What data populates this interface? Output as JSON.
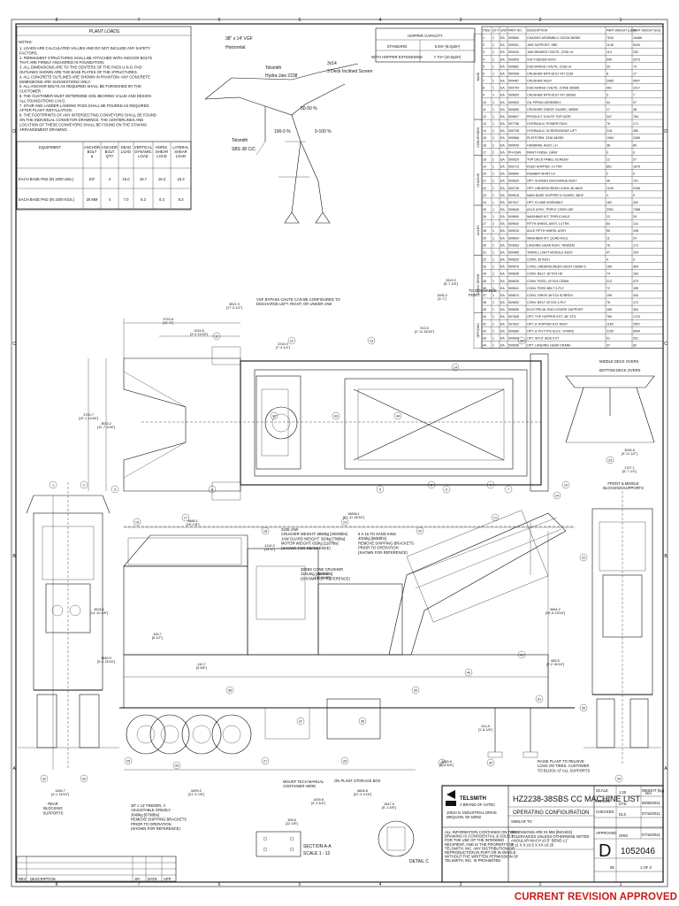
{
  "zone_columns": [
    "8",
    "7",
    "6",
    "5",
    "4",
    "3",
    "2",
    "1"
  ],
  "zone_rows": [
    "D",
    "C",
    "B",
    "A"
  ],
  "plant_loads": {
    "title": "PLANT LOADS",
    "notes_header": "NOTES:",
    "notes": [
      "1. LOADS ARE CALCULATED VALUES AND DO NOT INCLUDE ANY SAFETY FACTORS.",
      "2. PERMANENT STRUCTURES SHALL BE ATTACHED WITH ANCHOR BOLTS THAT ARE FIRMLY ANCHORED IN FOUNDATION.",
      "3. ALL DIMENSIONS ARE TO THE CENTERS OF THE PADS U.N.O. PAD OUTLINES SHOWN ARE THE BASE PLATES OF THE STRUCTURES.",
      "4. ALL CONCRETE OUTLINES ARE SHOWN IN PHANTOM. ANY CONCRETE DIMENSIONS ARE SUGGESTIONS ONLY.",
      "5. ALL ANCHOR BOLTS AS REQUIRED SHALL BE FURNISHED BY THE CUSTOMER.",
      "6. THE CUSTOMER MUST DETERMINE SOIL BEARING VALUE AND DESIGN ALL FOUNDATIONS U.N.O.",
      "7. STAIR AND LADDER LANDING PADS SHALL BE POURED AS REQUIRED AFTER PLANT INSTALLATION.",
      "8. THE FOOTPRINTS OF ANY INTERSECTING CONVEYORS SHALL BE FOUND ON THE INDIVIDUAL CONVEYOR DRAWINGS. THE CENTERLINES AND LOCATION OF THESE CONVEYORS SHALL BE FOUND ON THE STAKING ARRANGEMENT DRAWING."
    ],
    "headers": [
      "EQUIPMENT",
      "ANCHOR BOLT ø",
      "ANCHOR BOLT QTY",
      "DEAD LOAD",
      "VERTICAL DYNAMIC LOAD",
      "HORIZ. SHEAR LOAD",
      "LATERAL SHEAR LOAD"
    ],
    "rows": [
      [
        "EACH BASE PAD (IN 1000 LBS.)",
        "3/4\"",
        "4",
        "15.0",
        "16.7",
        "18.3",
        "18.3"
      ],
      [
        "EACH BASE PAD (IN 1000 KGS.)",
        "20 MM",
        "4",
        "7.0",
        "8.3",
        "8.3",
        "8.3"
      ]
    ]
  },
  "hopper_capacity": {
    "title": "HOPPER CAPACITY",
    "rows": [
      [
        "STANDARD",
        "5.9m³ (6.0yds³)"
      ],
      [
        "WITH HOPPER EXTENSIONS",
        "7.7m³ (10.0yds³)"
      ]
    ]
  },
  "flow_labels": [
    "38\" x 14' VGF",
    "Horizontal",
    "Telsmith",
    "Hydra-Jaw 2238",
    "3x14",
    "3 Deck Inclined Screen",
    "Telsmith",
    "SBS 38 C/C",
    "50-50 %",
    "100-0 %",
    "0-100 %"
  ],
  "parts_list": {
    "headers": [
      "ITEM",
      "QTY",
      "UNIT",
      "PART NO.",
      "DESCRIPTION",
      "PART WEIGHT (LBS)",
      "PART WEIGHT (KG)"
    ],
    "rows": [
      [
        "1",
        "1",
        "EA",
        "509680",
        "CHASSIS ASSEMBLY, HZ228-38SBS",
        "7630",
        "16488"
      ],
      [
        "2",
        "1",
        "EA",
        "535051",
        "JAW SUPPORT, SBS",
        "1145",
        "5040"
      ],
      [
        "3",
        "1",
        "EA",
        "509443",
        "JAW BRAKED CHUTE, 2238 LH",
        "114",
        "252"
      ],
      [
        "4",
        "1",
        "EA",
        "509505",
        "VGF FEEDER ASSY",
        "940",
        "2073"
      ],
      [
        "5",
        "1",
        "EA",
        "500862",
        "DISCHARGE CHUTE, 2238 LH",
        "33",
        "73"
      ],
      [
        "6",
        "1",
        "EA",
        "500958",
        "CRUSHER MTR BOLT KIT 2238",
        "8",
        "17"
      ],
      [
        "7",
        "1",
        "EA",
        "509487",
        "CRUSHER ASSY",
        "2085",
        "4597"
      ],
      [
        "8",
        "1",
        "EA",
        "500794",
        "DISCHARGE CHUTE, CONE 38SBS",
        "461",
        "1017"
      ],
      [
        "9",
        "1",
        "EA",
        "509605",
        "CRUSHER MTR BOLT KIT 38SBS",
        "3",
        "7"
      ],
      [
        "10",
        "1",
        "EA",
        "509553",
        "OIL PIPING ASSEMBLY",
        "44",
        "97"
      ],
      [
        "11",
        "1",
        "EA",
        "500859",
        "CRUSHER GRATE GUARD, 38SBS",
        "17",
        "38"
      ],
      [
        "12",
        "1",
        "EA",
        "509607",
        "PRODUCT CHUTE TOP GATE",
        "347",
        "764"
      ],
      [
        "13",
        "1",
        "EA",
        "507756",
        "HYDRAULIC POWER PACK",
        "78",
        "171"
      ],
      [
        "14",
        "1",
        "EA",
        "500708",
        "HYDRAULIC SCREEN/GEAR LIFT",
        "218",
        "480"
      ],
      [
        "15",
        "1",
        "EA",
        "509568",
        "PLATFORM, 2238 38SBS",
        "1084",
        "2389"
      ],
      [
        "16",
        "1",
        "EA",
        "509549",
        "HANDRAIL ASSY, LH",
        "38",
        "84"
      ],
      [
        "17",
        "2",
        "EA",
        "PH-0349",
        "PAINT FINISH, GRAY",
        "0",
        "0"
      ],
      [
        "18",
        "1",
        "EA",
        "509529",
        "TOP DECK PANEL SCREEN",
        "12",
        "27"
      ],
      [
        "19",
        "1",
        "EA",
        "509713",
        "FEED HOPPER, 14 TRK",
        "851",
        "1876"
      ],
      [
        "20",
        "1",
        "EA",
        "509660",
        "RUBBER SKIRT LH",
        "2",
        "5"
      ],
      [
        "21",
        "1",
        "EA",
        "509629",
        "OPT. SCREEN DISCHARGE ASSY",
        "46",
        "101"
      ],
      [
        "22",
        "1",
        "EA",
        "500735",
        "OPT. UNDERSCREEN CONV 36 38HZ",
        "1105",
        "2436"
      ],
      [
        "23",
        "1",
        "EA",
        "509618",
        "MAIN BASE HOPPER & GUARD, 38HZ",
        "4",
        "9"
      ],
      [
        "24",
        "1",
        "EA",
        "507617",
        "OPT. FLUME ASSEMBLY",
        "182",
        "402"
      ],
      [
        "25",
        "1",
        "EA",
        "509646",
        "AXLE ASSY, TRIPLE 13000 LBS",
        "3351",
        "7388"
      ],
      [
        "26",
        "1",
        "EA",
        "509690",
        "WASHBAR KIT, TRIPLE AXLE",
        "12",
        "26"
      ],
      [
        "27",
        "1",
        "EA",
        "509542",
        "FIFTH WHEEL ASSY, 14 TRK",
        "64",
        "141"
      ],
      [
        "28",
        "1",
        "EA",
        "509515",
        "AXLE FIFTH WHEEL ASSY",
        "90",
        "198"
      ],
      [
        "29",
        "1",
        "EA",
        "509694",
        "WASHBAR KIT, QUAD AXLE",
        "11",
        "24"
      ],
      [
        "30",
        "1",
        "EA",
        "509663",
        "LANDING GEAR ASSY, TANDEM",
        "78",
        "172"
      ],
      [
        "31",
        "1",
        "EA",
        "509465",
        "TRAVEL LIGHT MODULE ASSY",
        "47",
        "104"
      ],
      [
        "32",
        "1",
        "EA",
        "509620",
        "CONV, 36 INCH",
        "4",
        "9"
      ],
      [
        "33",
        "1",
        "EA",
        "509576",
        "CONV, UNDERSCREEN 36X24 CEMM G",
        "165",
        "364"
      ],
      [
        "34",
        "1",
        "EA",
        "509636",
        "CONV. BELT, 36\"X24 HD",
        "74",
        "163"
      ],
      [
        "35",
        "1",
        "EA",
        "509639",
        "CONV. FEED, 42\"X24 CEMM",
        "213",
        "470"
      ],
      [
        "36",
        "1",
        "EA",
        "509641",
        "CONV. FEED BELT 3-PLY",
        "72",
        "159"
      ],
      [
        "37",
        "1",
        "EA",
        "509674",
        "CONV. DRIVE 36\"X24 SCREEN",
        "195",
        "430"
      ],
      [
        "38",
        "1",
        "EA",
        "509652",
        "CONV. BELT 30\"X24 3-PLY",
        "78",
        "172"
      ],
      [
        "39",
        "1",
        "EA",
        "509656",
        "ELECTRICAL ENCLOSURE SUPPORT",
        "165",
        "364"
      ],
      [
        "40",
        "1",
        "EA",
        "507608",
        "OPT. TOP HOPPER EXT, 36\" STD",
        "780",
        "1720"
      ],
      [
        "41",
        "1",
        "EA",
        "507622",
        "OPT. 8' HOPPER EXT ASSY",
        "1160",
        "2557"
      ],
      [
        "42",
        "1",
        "EA",
        "509680",
        "OPT. 8' PH TYPE ELEC. STAIRS",
        "3150",
        "6944"
      ],
      [
        "43",
        "1",
        "EA",
        "509690",
        "OPT. SPLIT SIDE EXT",
        "91",
        "201"
      ],
      [
        "44",
        "1",
        "EA",
        "509696",
        "OPT. LANDING GEAR CRANK",
        "37",
        "82"
      ]
    ],
    "section_labels": [
      "BASE",
      "CONVEYORS",
      "CHASSIS",
      "AXLES",
      "CONV. DRIVE",
      "OPTIONS"
    ]
  },
  "callouts": {
    "vgf_chute": "VGF BYPASS CHUTE CAN BE CONFIGURED TO DISCHARGE LEFT, RIGHT, OR UNDER JAW",
    "to_discharge": "TO DISCHARGE POINT",
    "jaw": "2238 JAW\nCRUSHER WEIGHT: 9858kg [20000lbs]\nJAW GUARD WEIGHT: 320kg [706lbs]\nMOTOR WEIGHT: 653kg [1187lbs]\n(SHOWN FOR REFERENCE)",
    "screen": "6 X 16 TO SAND KING\n4016kg [8853lbs]\nREMOVE SHIPPING BRACKETS\nPRIOR TO OPERATION\n(SHOWN FOR REFERENCE)",
    "cone": "38SBS CONE CRUSHER\n11412kg [25158lbs]\n(SHOWN FOR REFERENCE)",
    "vgf": "38\" x 14' FEEDER, 4\nADJUSTABLE GRIZZLY\n3049kg [6700lbs]\nREMOVE SHIPPING BRACKETS\nPRIOR TO OPERATION\n(SHOWN FOR REFERENCE)",
    "mount_tech": "MOUNT TECH MANUAL\nCONTAINER HERE",
    "plant_storage": "ON PLANT STORAGE BOX",
    "raise_plant": "RAISE PLANT TO RELIEVE\nLOAD ON TIRES. CUSTOMER\nTO BLOCK AT ALL SUPPORTS",
    "rear_blocking": "REAR\nBLOCKING\nSUPPORTS",
    "front_blocking": "FRONT & MIDDLE\nBLOCKING SUPPORTS",
    "middle_deck": "MIDDLE DECK OVERS",
    "bottom_deck": "BOTTOM DECK OVERS",
    "section_aa": "SECTION A-A",
    "scale": "SCALE 1 : 12",
    "detail_c": "DETAIL C"
  },
  "dimensions": [
    "5521.9\n[17'-5 1/2\"]",
    "3733.8\n[12'-3\"]",
    "1033.6\n[3'-4 11/16\"]",
    "2216.0\n[7'-3 1/4\"]",
    "3700.7\n[12'-1 11/16\"]",
    "3533.2\n[11'-7 1/16\"]",
    "1095.2\n[3'-7\"]",
    "2619.2\n[8'-7 1/8\"]",
    "913.5\n[2'-11 15/16\"]",
    "3035.8\n[9'-11 1/2\"]",
    "1707.1\n[5'-7 1/4\"]",
    "4888.1\n[16'-1/8\"]",
    "18896.1\n[61'-11 15/16\"]",
    "4114.3\n[13'-6\"]",
    "3870.1\n[12'-8 3/8\"]",
    "4525.1\n[14'-10 1/8\"]",
    "1646.0\n[5'-4 13/16\"]",
    "164.7\n[6 1/2\"]",
    "142.7\n[5 5/8\"]",
    "5964.2\n[19'-6 13/16\"]",
    "685.5\n[2'-2 15/16\"]",
    "1265.7\n[4'-1 13/16\"]",
    "306.6\n[12 1/8\"]",
    "1009.8\n[3'-3 3/4\"]",
    "1565.6\n[5'-1 5/8\"]",
    "6499.2\n[21'-3 7/8\"]",
    "6808.8\n[22'-4 1/16\"]",
    "1547.6\n[5'-1 3/8\"]",
    "511.8\n[1'-8 1/8\"]"
  ],
  "title_block": {
    "company": "TELSMITH",
    "company_sub": "A BRAND OF ASTEC",
    "address": "10910 N. INDUSTRIAL DRIVE\nMEQUON, WI 53092",
    "title": "HZ2238-38SBS CC MACHINE LIST",
    "subtitle": "OPERATING CONFIGURATION",
    "drawing_no": "1052046",
    "size": "D",
    "rev": "05",
    "sheet": "1 OF 3",
    "scale_label": "SCALE",
    "scale_val": "1:20",
    "weight_label": "WEIGHT (kg)",
    "weight_val": "N/A",
    "drawn_label": "DRAWN",
    "drawn_by": "DTD",
    "drawn_date": "08/08/2011",
    "checked_label": "CHECKED",
    "checked_by": "DLS",
    "checked_date": "07/15/2011",
    "approved_label": "APPROVED",
    "approved_by": "GRM",
    "approved_date": "07/15/2011",
    "confidential": "ALL INFORMATION CONTAINED ON THIS DRAWING IS CONFIDENTIAL & SOLELY FOR THE USE OF THE INTENDED RECIPIENT, AND IS THE PROPERTY OF TELSMITH, INC. ANY DISTRIBUTION OR REPRODUCTION IN PART OR IN WHOLE WITHOUT THE WRITTEN PERMISSION OF TELSMITH, INC. IS PROHIBITED.",
    "tolerance": "DIMENSIONS ARE IN MM [INCHES]\nTOLERANCES UNLESS OTHERWISE NOTED\nANGULAR  MACH ±0.5°  BEND ±1°\nX ±1   X.X ±0.5   X.XX ±0.25",
    "similar_to": "SIMILAR TO"
  },
  "revision_block": {
    "header": [
      "REV",
      "DESCRIPTION",
      "BY",
      "DATE",
      "APP"
    ]
  },
  "watermark": "CURRENT REVISION APPROVED",
  "colors": {
    "ink": "#111111",
    "watermark": "#d01818",
    "paper": "#ffffff"
  }
}
